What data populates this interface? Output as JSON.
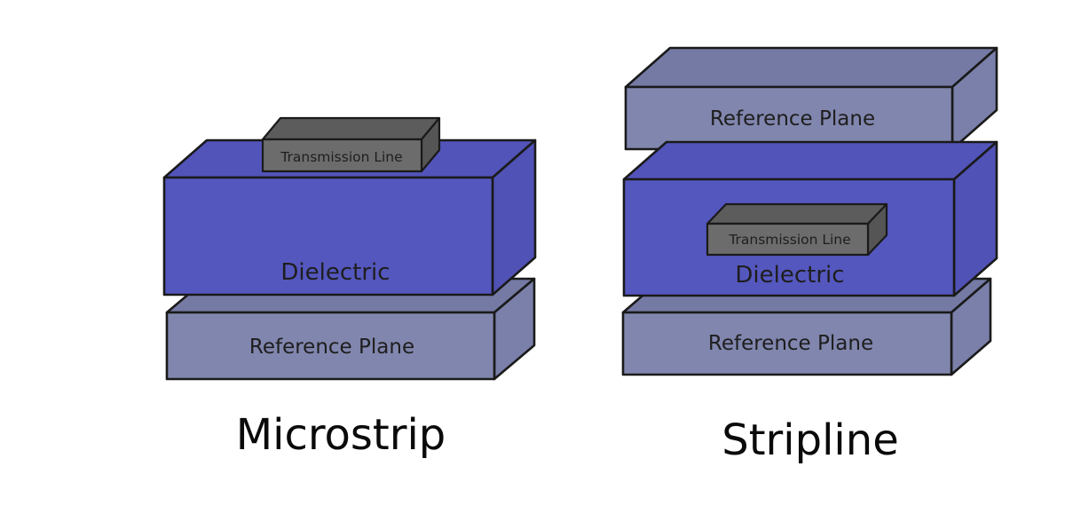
{
  "colors": {
    "background": "#ffffff",
    "outline": "#1a1a1a",
    "label_text": "#1e1e1e",
    "title_text": "#0a0a0a",
    "dielectric_front": "#5457be",
    "dielectric_top": "#5254ba",
    "dielectric_side": "#5052b6",
    "reference_front": "#8186ae",
    "reference_top": "#747aa4",
    "reference_side": "#7a80aa",
    "transmission_front": "#6c6c6c",
    "transmission_top": "#5c5c5c",
    "transmission_side": "#555555"
  },
  "microstrip": {
    "title": "Microstrip",
    "transmission_line_label": "Transmission Line",
    "dielectric_label": "Dielectric",
    "reference_plane_label": "Reference Plane"
  },
  "stripline": {
    "title": "Stripline",
    "top_reference_plane_label": "Reference Plane",
    "transmission_line_label": "Transmission Line",
    "dielectric_label": "Dielectric",
    "bottom_reference_plane_label": "Reference Plane"
  }
}
